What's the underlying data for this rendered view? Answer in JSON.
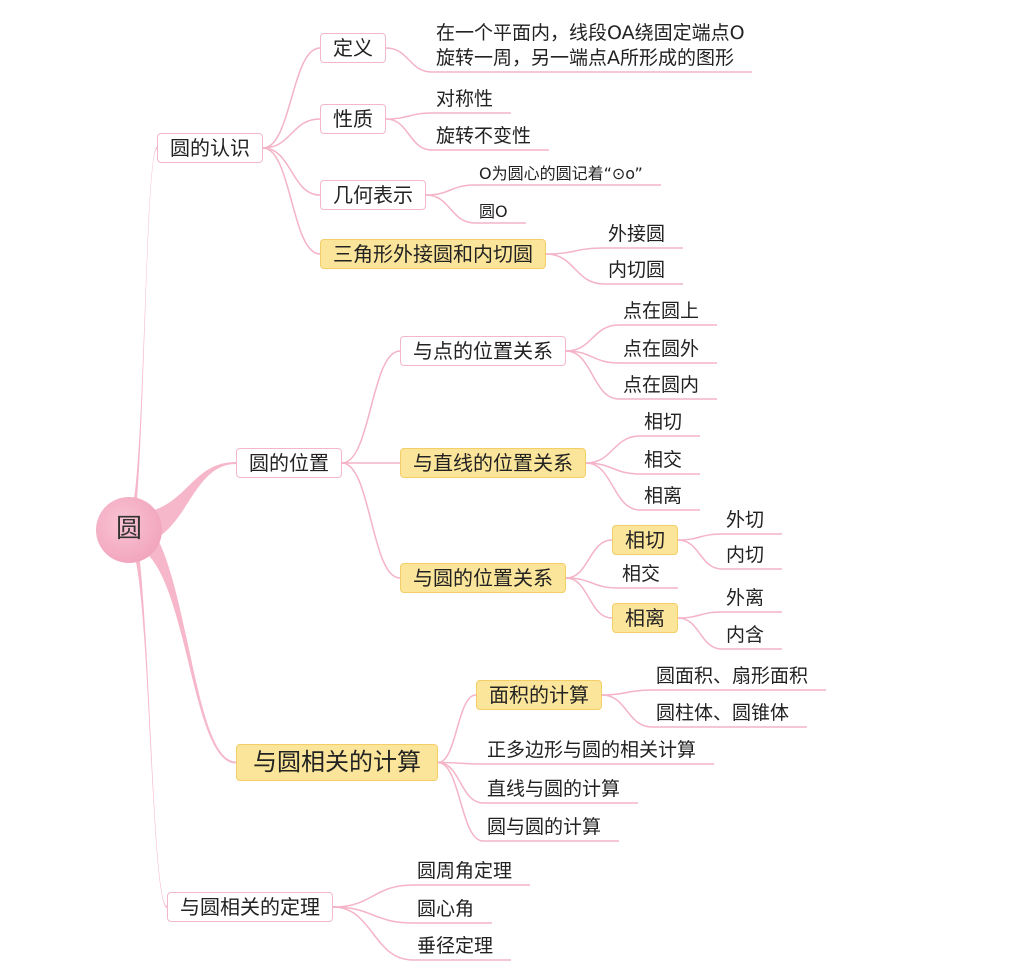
{
  "root": {
    "label": "圆"
  },
  "colors": {
    "line": "#f4b3c6",
    "highlight": "#fbe59a",
    "rootFill": "#ef9bb6"
  },
  "branches": [
    {
      "label": "圆的认识",
      "children": [
        {
          "label": "定义",
          "children": [
            {
              "lines": [
                "在一个平面内，线段OA绕固定端点O",
                "旋转一周，另一端点A所形成的图形"
              ]
            }
          ]
        },
        {
          "label": "性质",
          "children": [
            {
              "label": "对称性"
            },
            {
              "label": "旋转不变性"
            }
          ]
        },
        {
          "label": "几何表示",
          "children": [
            {
              "label": "O为圆心的圆记着“⊙o”"
            },
            {
              "label": "圆O"
            }
          ]
        },
        {
          "label": "三角形外接圆和内切圆",
          "children": [
            {
              "label": "外接圆"
            },
            {
              "label": "内切圆"
            }
          ]
        }
      ]
    },
    {
      "label": "圆的位置",
      "children": [
        {
          "label": "与点的位置关系",
          "children": [
            {
              "label": "点在圆上"
            },
            {
              "label": "点在圆外"
            },
            {
              "label": "点在圆内"
            }
          ]
        },
        {
          "label": "与直线的位置关系",
          "children": [
            {
              "label": "相切"
            },
            {
              "label": "相交"
            },
            {
              "label": "相离"
            }
          ]
        },
        {
          "label": "与圆的位置关系",
          "children": [
            {
              "label": "相切",
              "children": [
                {
                  "label": "外切"
                },
                {
                  "label": "内切"
                }
              ]
            },
            {
              "label": "相交"
            },
            {
              "label": "相离",
              "children": [
                {
                  "label": "外离"
                },
                {
                  "label": "内含"
                }
              ]
            }
          ]
        }
      ]
    },
    {
      "label": "与圆相关的计算",
      "children": [
        {
          "label": "面积的计算",
          "children": [
            {
              "label": "圆面积、扇形面积"
            },
            {
              "label": "圆柱体、圆锥体"
            }
          ]
        },
        {
          "label": "正多边形与圆的相关计算"
        },
        {
          "label": "直线与圆的计算"
        },
        {
          "label": "圆与圆的计算"
        }
      ]
    },
    {
      "label": "与圆相关的定理",
      "children": [
        {
          "label": "圆周角定理"
        },
        {
          "label": "圆心角"
        },
        {
          "label": "垂径定理"
        }
      ]
    }
  ]
}
